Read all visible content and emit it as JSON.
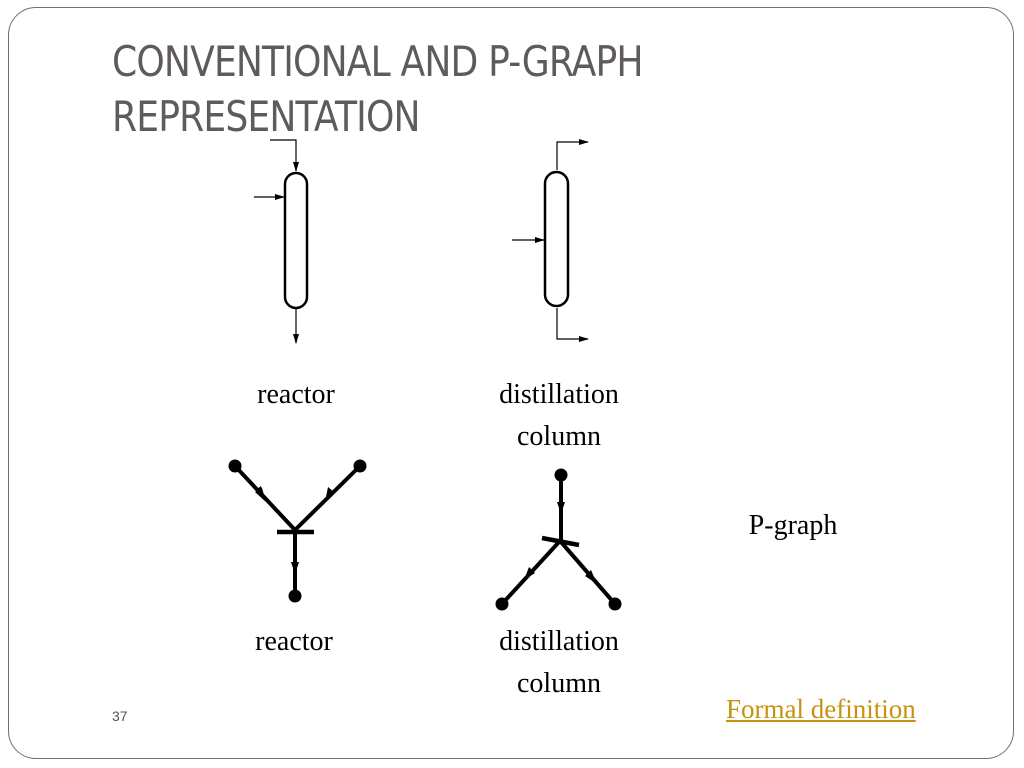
{
  "title": {
    "line1": "CONVENTIONAL AND P-GRAPH",
    "line2": "REPRESENTATION"
  },
  "conventional": {
    "reactor_label": "reactor",
    "column_label_line1": "distillation",
    "column_label_line2": "column"
  },
  "pgraph": {
    "reactor_label": "reactor",
    "column_label_line1": "distillation",
    "column_label_line2": "column",
    "side_label": "P-graph"
  },
  "footer": {
    "slide_number": "37",
    "link_text": "Formal definition"
  },
  "colors": {
    "title": "#605b5b",
    "link": "#c6920f",
    "frame": "#6f6f6f",
    "ink": "#000000"
  }
}
